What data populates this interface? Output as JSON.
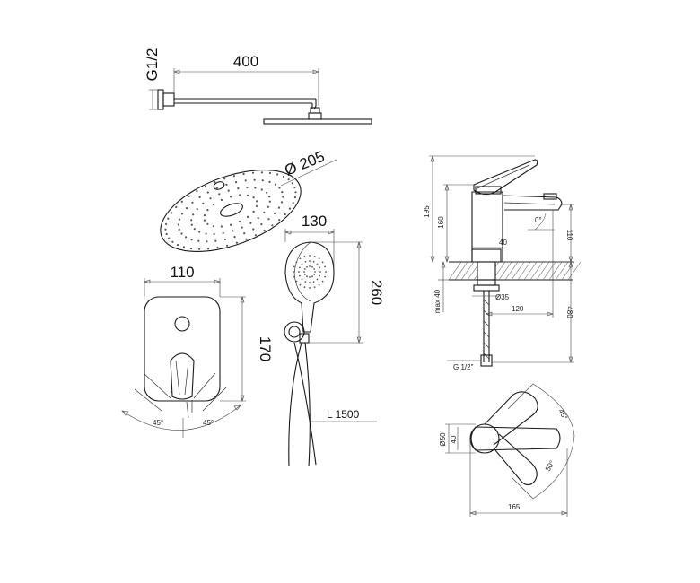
{
  "shower_arm": {
    "length": "400",
    "thread": "G1/2"
  },
  "head_shower": {
    "diameter": "Ø 205"
  },
  "hand_shower": {
    "width": "130",
    "height": "260",
    "hose": "L 1500"
  },
  "mixer_plate": {
    "width": "110",
    "height": "170",
    "angle_left": "45°",
    "angle_right": "45°"
  },
  "basin_tap_side": {
    "total_height": "195",
    "body_height": "160",
    "spout_height": "110",
    "body_width": "40",
    "spout_angle": "0°",
    "max_thickness": "max 40",
    "shank_diameter": "Ø35",
    "reach": "120",
    "hose_length": "480",
    "connection": "G 1/2\""
  },
  "basin_tap_top": {
    "base_diameter": "Ø50",
    "body_width": "40",
    "length": "165",
    "angle_45": "45°",
    "angle_50": "50°"
  }
}
